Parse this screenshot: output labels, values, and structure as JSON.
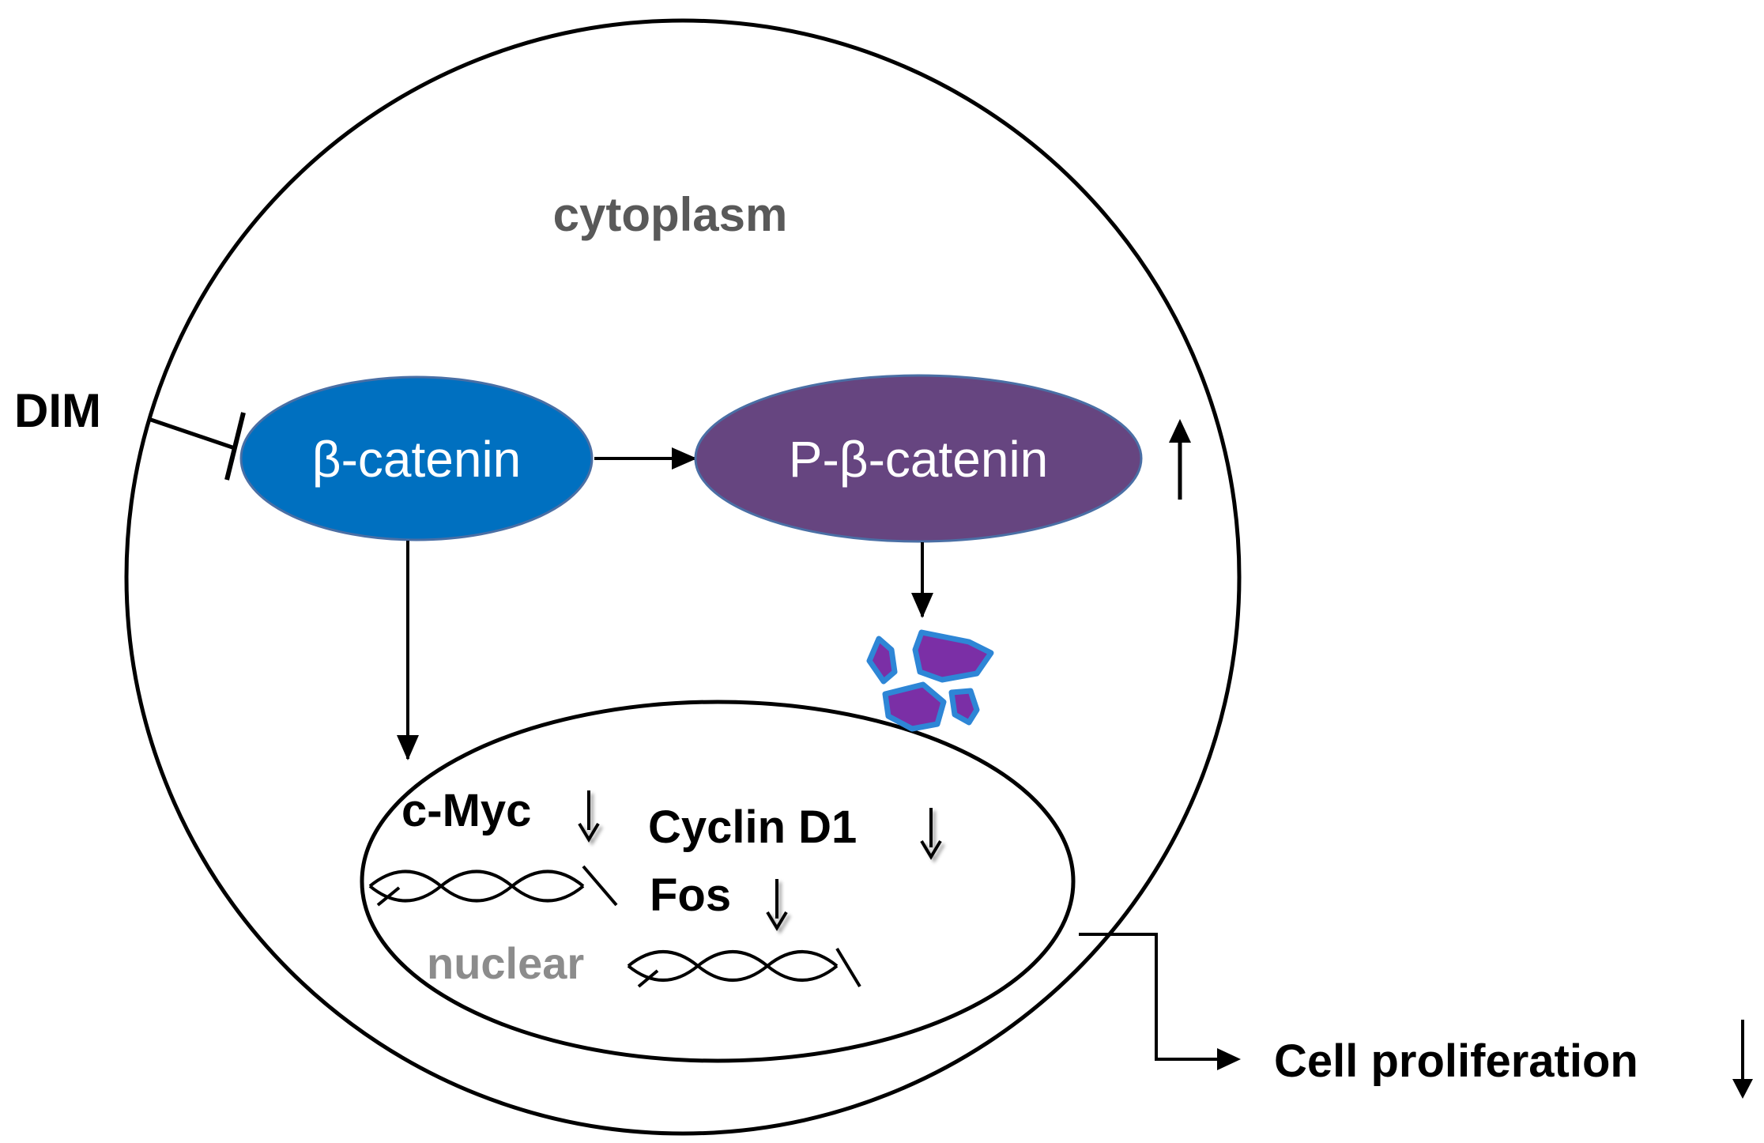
{
  "labels": {
    "cytoplasm": "cytoplasm",
    "dim": "DIM",
    "beta_catenin": "β-catenin",
    "p_beta_catenin": "P-β-catenin",
    "c_myc": "c-Myc",
    "cyclin_d1": "Cyclin D1",
    "fos": "Fos",
    "nuclear": "nuclear",
    "cell_proliferation": "Cell proliferation"
  },
  "colors": {
    "beta_catenin_fill": "#0070C0",
    "p_beta_catenin_fill": "#664580",
    "fragment_fill": "#7B2FA6",
    "fragment_stroke": "#2E86D6",
    "compartment_label": "#595959",
    "nuclear_label": "#8C8C8C",
    "line": "#000000",
    "node_text": "#ffffff"
  },
  "icons": {
    "up_arrow": "up-arrow-icon",
    "down_arrow": "down-arrow-icon",
    "dna": "dna-helix-icon",
    "degraded": "degraded-fragments-icon"
  }
}
